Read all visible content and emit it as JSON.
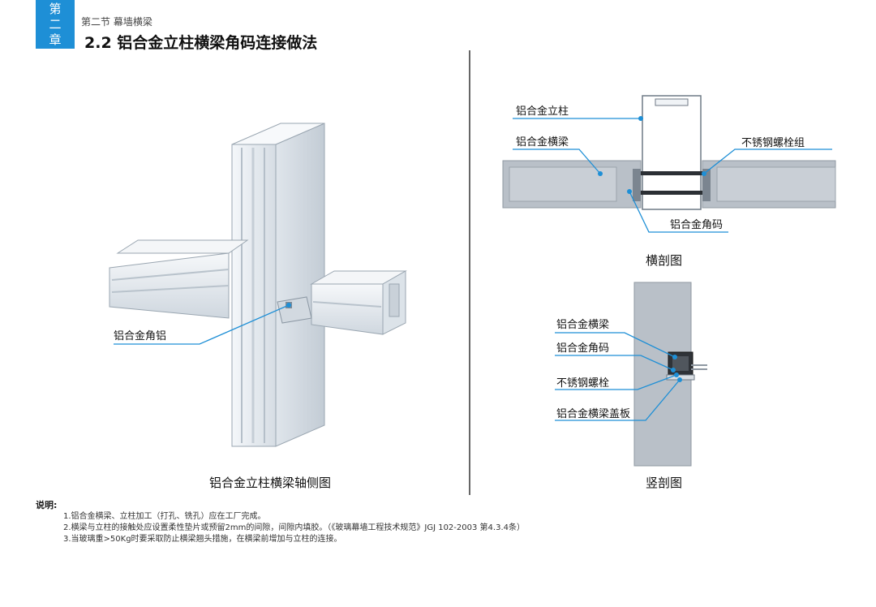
{
  "chapter": {
    "line1": "第",
    "line2": "二",
    "line3": "章"
  },
  "header": {
    "section": "第二节  幕墙横梁",
    "title": "2.2  铝合金立柱横梁角码连接做法"
  },
  "iso_view": {
    "caption": "铝合金立柱横梁轴侧图",
    "callouts": [
      "铝合金角铝"
    ]
  },
  "plan_view": {
    "caption": "横剖图",
    "callouts": [
      "铝合金立柱",
      "铝合金横梁",
      "不锈钢螺栓组",
      "铝合金角码"
    ]
  },
  "section_view": {
    "caption": "竖剖图",
    "callouts": [
      "铝合金横梁",
      "铝合金角码",
      "不锈钢螺栓",
      "铝合金横梁盖板"
    ]
  },
  "notes": {
    "title": "说明:",
    "items": [
      "1.铝合金横梁、立柱加工（打孔、铣孔）应在工厂完成。",
      "2.横梁与立柱的接触处应设置柔性垫片或预留2mm的间隙，间隙内填胶。（《玻璃幕墙工程技术规范》JGJ 102-2003 第4.3.4条）",
      "3.当玻璃重>50Kg时要采取防止横梁翘头措施，在横梁前增加与立柱的连接。"
    ]
  },
  "colors": {
    "accent": "#1e8fd6",
    "aluminum": "#e4e9ee",
    "section_gray": "#b9c0c8",
    "leader": "#1e8fd6"
  }
}
